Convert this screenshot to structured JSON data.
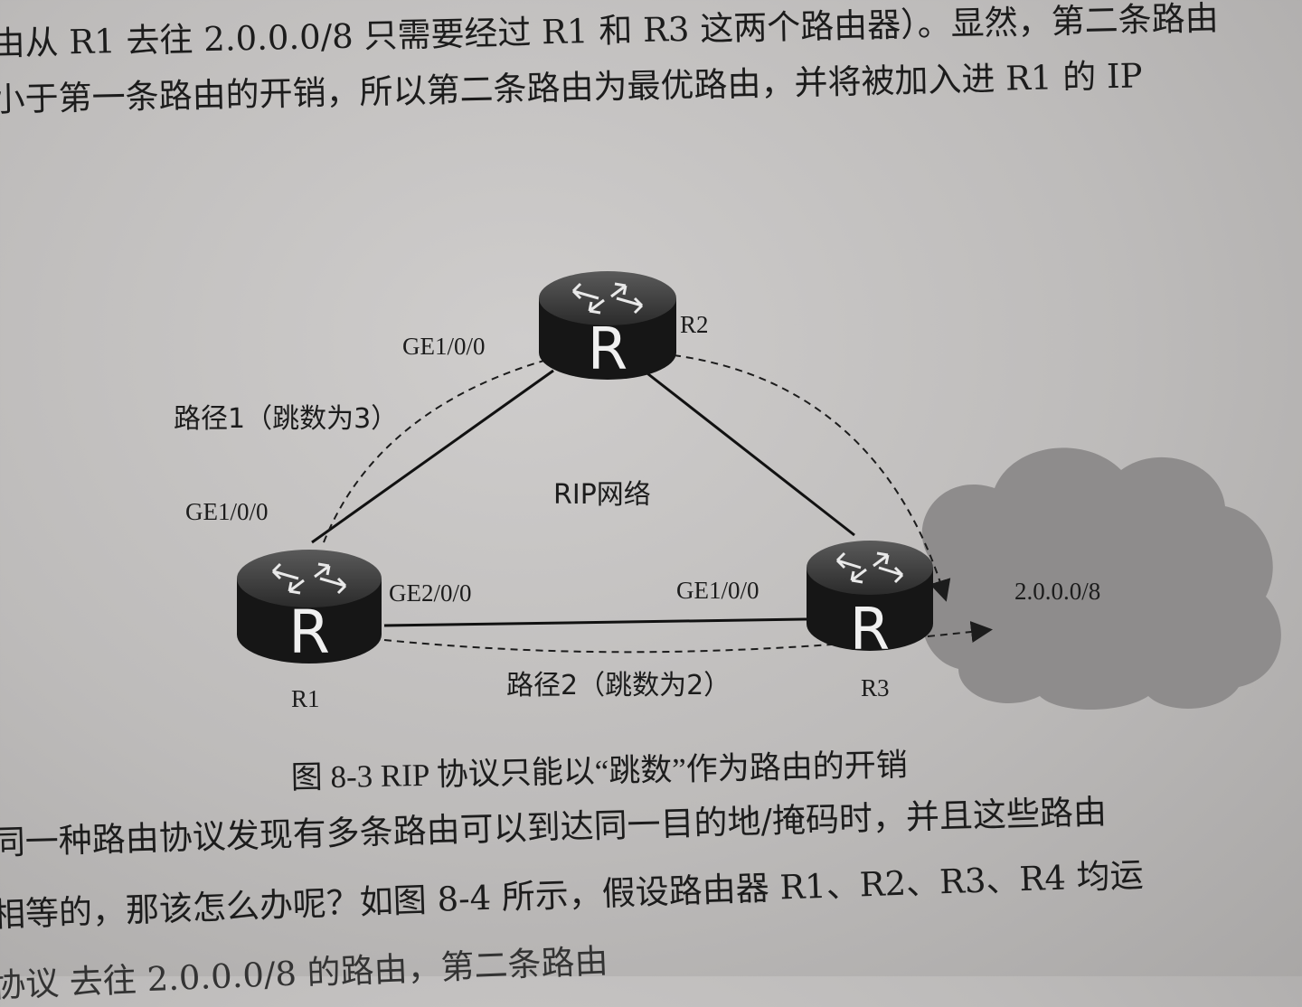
{
  "text": {
    "line_1": "由从 R1 去往 2.0.0.0/8 只需要经过 R1 和 R3 这两个路由器）。显然，第二条路由",
    "line_2": "小于第一条路由的开销，所以第二条路由为最优路由，并将被加入进 R1 的 IP",
    "line_3": "",
    "line_4": "同一种路由协议发现有多条路由可以到达同一目的地/掩码时，并且这些路由",
    "line_5": "相等的，那该怎么办呢？如图 8-4 所示，假设路由器 R1、R2、R3、R4 均运",
    "line_6": "协议                         去往 2.0.0.0/8 的路由，第二条路由"
  },
  "diagram": {
    "router_letter": "R",
    "r1_name": "R1",
    "r2_name": "R2",
    "r3_name": "R3",
    "r2_port": "GE1/0/0",
    "r1_port_up": "GE1/0/0",
    "r1_port_right": "GE2/0/0",
    "r3_port": "GE1/0/0",
    "path1": "路径1（跳数为3）",
    "path2": "路径2（跳数为2）",
    "network_label": "RIP网络",
    "cloud_label": "2.0.0.0/8",
    "caption": "图 8-3    RIP 协议只能以“跳数”作为路由的开销"
  }
}
